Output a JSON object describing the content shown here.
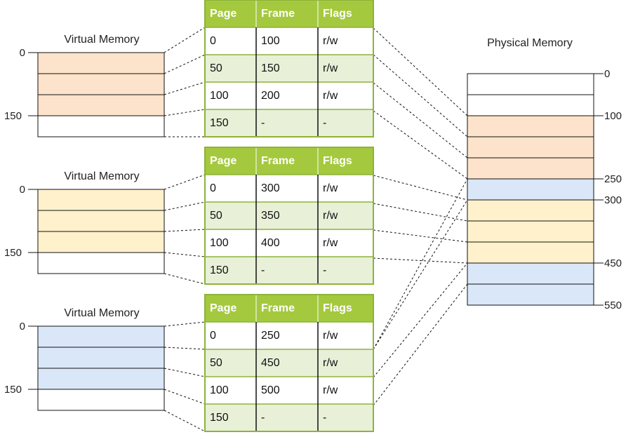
{
  "colors": {
    "header": "#a4c93e",
    "row_alt": "#e8f0d8",
    "row_plain": "#ffffff",
    "table_border": "#8db33a",
    "process_colors": [
      "#fde3cb",
      "#fff1cc",
      "#d9e7f8"
    ],
    "empty": "#ffffff"
  },
  "virtual_title": "Virtual Memory",
  "physical_title": "Physical Memory",
  "virtual_labels": [
    "0",
    "150"
  ],
  "physical_labels": [
    "0",
    "100",
    "250",
    "300",
    "450",
    "550"
  ],
  "table_headers": [
    "Page",
    "Frame",
    "Flags"
  ],
  "processes": [
    {
      "rows": [
        {
          "page": "0",
          "frame": "100",
          "flags": "r/w"
        },
        {
          "page": "50",
          "frame": "150",
          "flags": "r/w"
        },
        {
          "page": "100",
          "frame": "200",
          "flags": "r/w"
        },
        {
          "page": "150",
          "frame": "-",
          "flags": "-"
        }
      ]
    },
    {
      "rows": [
        {
          "page": "0",
          "frame": "300",
          "flags": "r/w"
        },
        {
          "page": "50",
          "frame": "350",
          "flags": "r/w"
        },
        {
          "page": "100",
          "frame": "400",
          "flags": "r/w"
        },
        {
          "page": "150",
          "frame": "-",
          "flags": "-"
        }
      ]
    },
    {
      "rows": [
        {
          "page": "0",
          "frame": "250",
          "flags": "r/w"
        },
        {
          "page": "50",
          "frame": "450",
          "flags": "r/w"
        },
        {
          "page": "100",
          "frame": "500",
          "flags": "r/w"
        },
        {
          "page": "150",
          "frame": "-",
          "flags": "-"
        }
      ]
    }
  ],
  "physical_frames": [
    {
      "owner": "none"
    },
    {
      "owner": "none"
    },
    {
      "owner": "process-1"
    },
    {
      "owner": "process-1"
    },
    {
      "owner": "process-1"
    },
    {
      "owner": "process-3"
    },
    {
      "owner": "process-2"
    },
    {
      "owner": "process-2"
    },
    {
      "owner": "process-2"
    },
    {
      "owner": "process-3"
    },
    {
      "owner": "process-3"
    }
  ]
}
